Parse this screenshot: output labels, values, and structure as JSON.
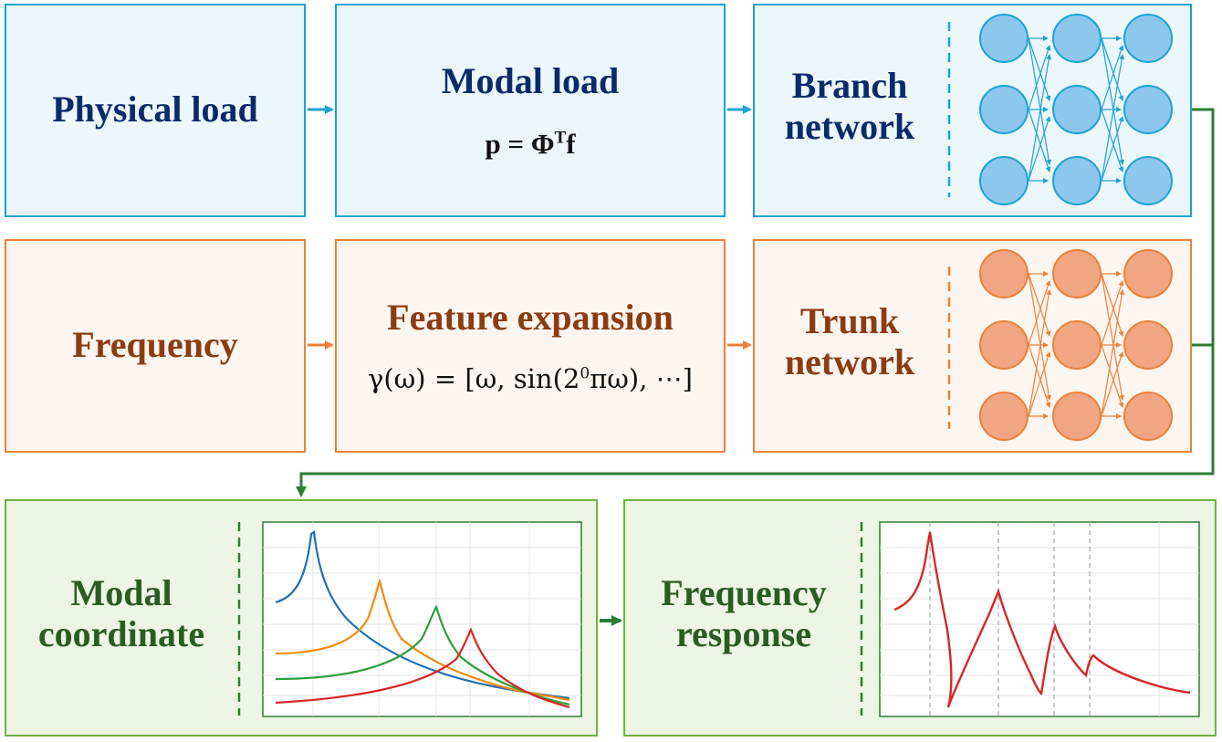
{
  "row1": {
    "physical_load": "Physical load",
    "modal_load_title": "Modal load",
    "modal_load_eq_lhs": "p = Φ",
    "modal_load_eq_sup": "T",
    "modal_load_eq_rhs": "f",
    "branch_line1": "Branch",
    "branch_line2": "network"
  },
  "row2": {
    "frequency": "Frequency",
    "feature_title": "Feature expansion",
    "feature_eq_a": "γ(ω) = [ω, sin(2",
    "feature_eq_sup": "0",
    "feature_eq_b": "πω), ⋯]",
    "trunk_line1": "Trunk",
    "trunk_line2": "network"
  },
  "row3": {
    "modal_line1": "Modal",
    "modal_line2": "coordinate",
    "freq_resp_line1": "Frequency",
    "freq_resp_line2": "response"
  },
  "colors": {
    "blue_border": "#1ca3d3",
    "blue_fill": "#ebf7fb",
    "orange_border": "#e9823c",
    "orange_fill": "#fdf5ef",
    "green_border": "#6cb33f",
    "green_fill": "#edf6e5",
    "connector": "#2e7d32"
  }
}
